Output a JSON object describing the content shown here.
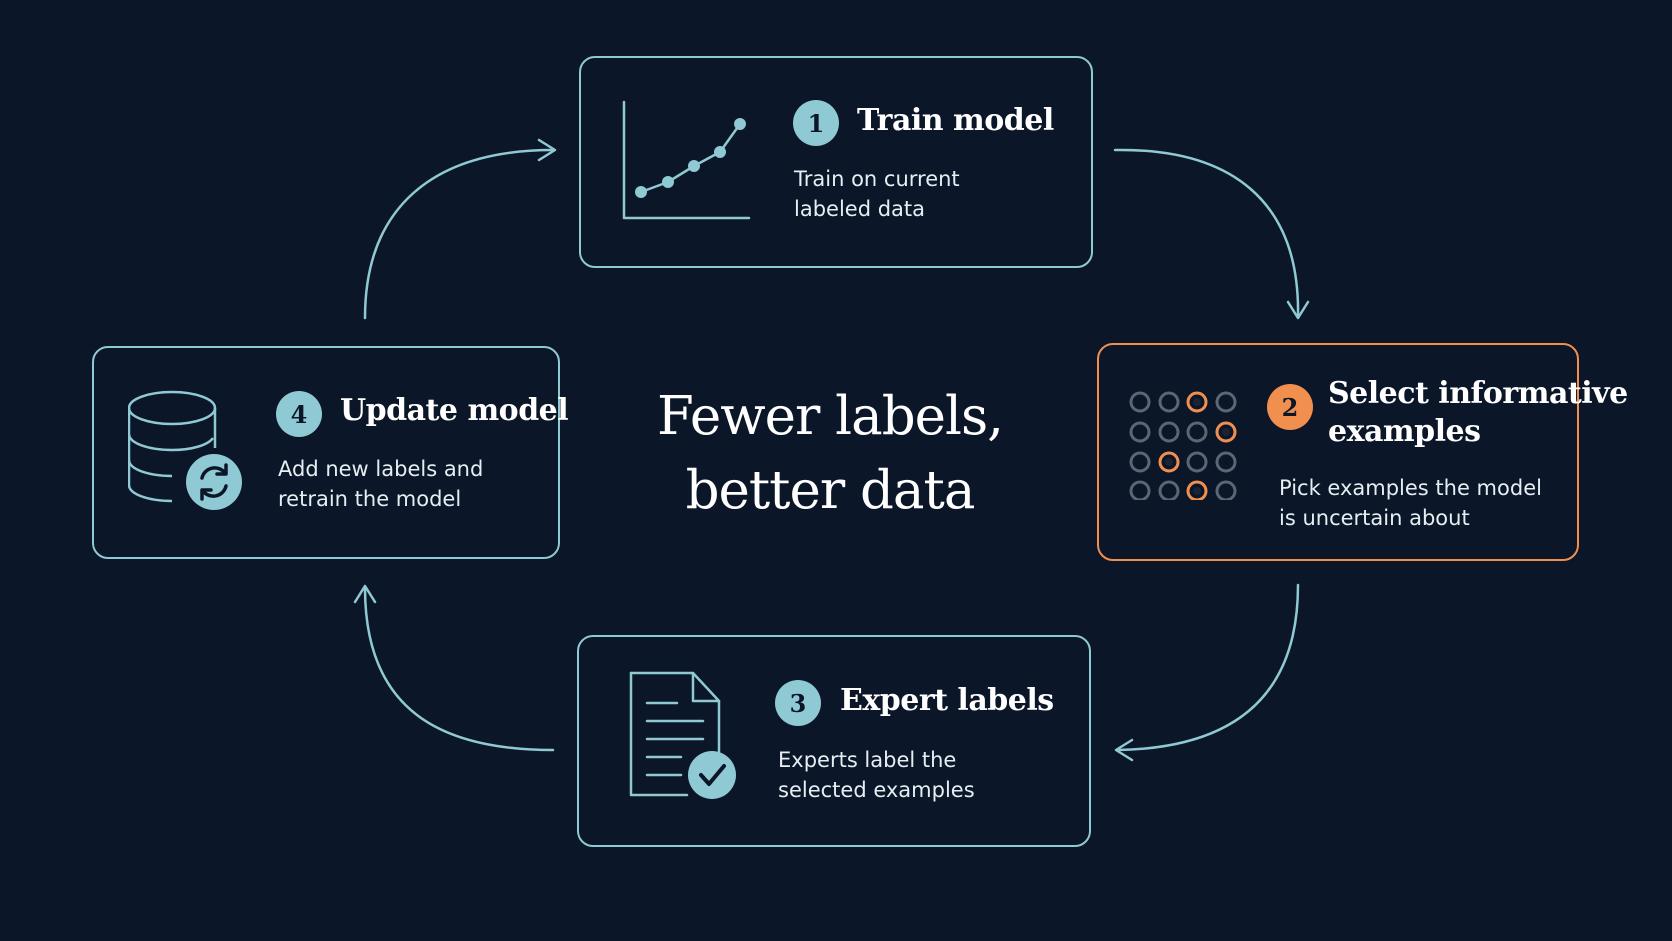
{
  "center": {
    "line1": "Fewer labels,",
    "line2": "better data"
  },
  "steps": [
    {
      "number": "1",
      "title": [
        "Train model"
      ],
      "desc": [
        "Train on current",
        "labeled data"
      ],
      "icon": "line-chart-icon"
    },
    {
      "number": "2",
      "title": [
        "Select informative",
        "examples"
      ],
      "desc": [
        "Pick examples the model",
        "is uncertain about"
      ],
      "icon": "dot-grid-icon",
      "highlighted": true
    },
    {
      "number": "3",
      "title": [
        "Expert labels"
      ],
      "desc": [
        "Experts label the",
        "selected examples"
      ],
      "icon": "document-check-icon"
    },
    {
      "number": "4",
      "title": [
        "Update model"
      ],
      "desc": [
        "Add new labels and",
        "retrain the model"
      ],
      "icon": "database-refresh-icon"
    }
  ],
  "colors": {
    "background": "#0b1628",
    "accent": "#8fc9d3",
    "highlight": "#f18f4f",
    "text": "#ffffff",
    "dot_idle": "#5b6673"
  }
}
